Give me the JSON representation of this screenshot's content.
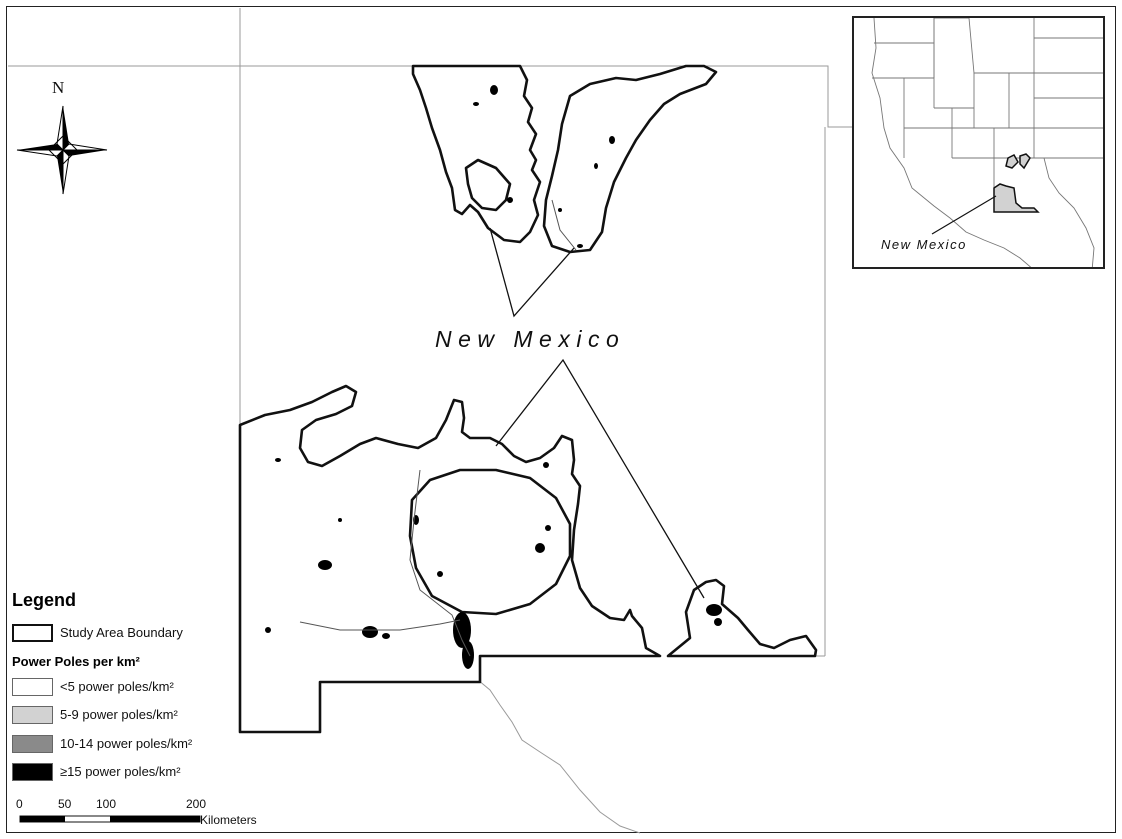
{
  "map": {
    "north_label": "N",
    "state_label": "New Mexico",
    "inset_state_label": "New Mexico"
  },
  "legend": {
    "title": "Legend",
    "boundary_label": "Study Area Boundary",
    "subtitle": "Power Poles per km²",
    "classes": [
      {
        "label": "<5 power poles/km²",
        "color": "#ffffff"
      },
      {
        "label": "5-9 power poles/km²",
        "color": "#d2d2d2"
      },
      {
        "label": "10-14 power poles/km²",
        "color": "#8a8a8a"
      },
      {
        "label": "≥15 power poles/km²",
        "color": "#000000"
      }
    ]
  },
  "scalebar": {
    "ticks": [
      "0",
      "50",
      "100",
      "200"
    ],
    "unit": "Kilometers"
  }
}
